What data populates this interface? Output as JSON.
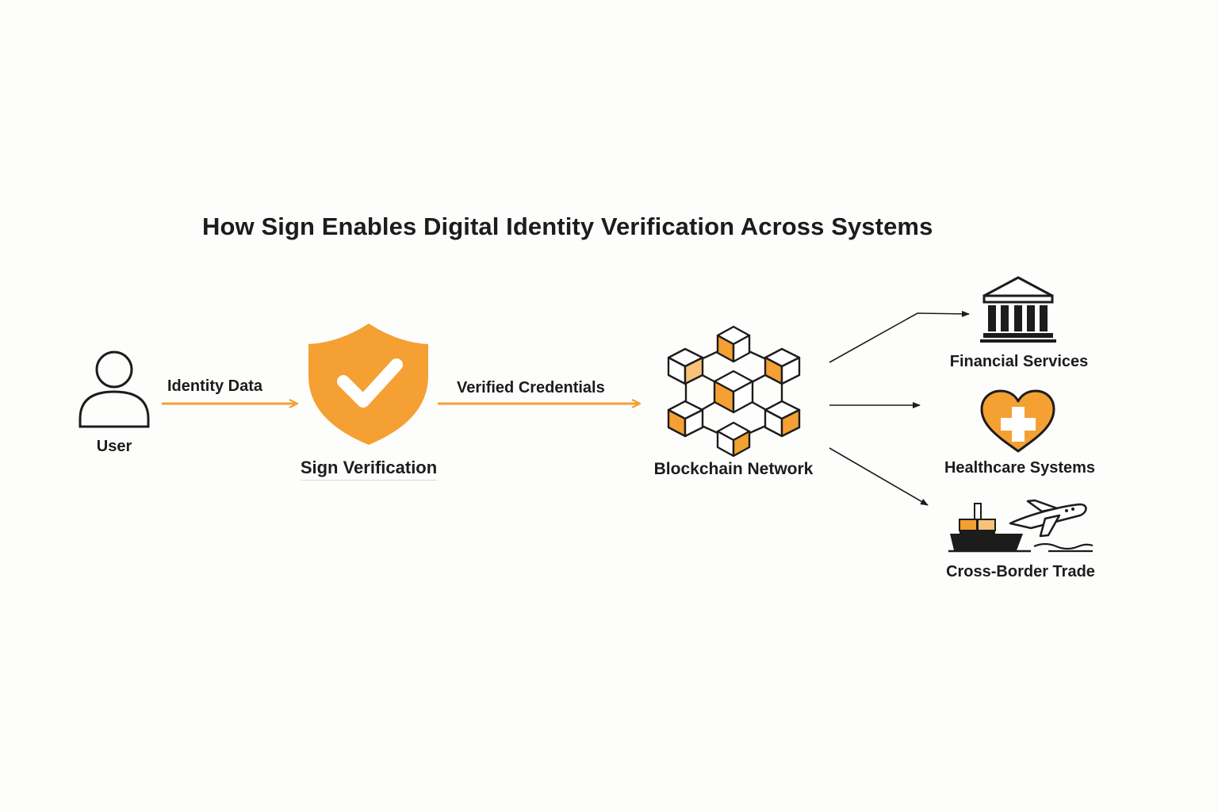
{
  "title": "How Sign Enables Digital Identity Verification Across Systems",
  "nodes": {
    "user": "User",
    "sign": "Sign Verification",
    "blockchain": "Blockchain Network",
    "financial": "Financial Services",
    "healthcare": "Healthcare Systems",
    "trade": "Cross-Border Trade"
  },
  "edges": {
    "user_to_sign": "Identity Data",
    "sign_to_blockchain": "Verified Credentials"
  },
  "colors": {
    "accent": "#f4a033",
    "stroke": "#1c1c1c",
    "background": "#fdfdfc"
  },
  "icons": {
    "user": "person-icon",
    "sign": "shield-check-icon",
    "blockchain": "cube-network-icon",
    "financial": "bank-icon",
    "healthcare": "heart-cross-icon",
    "trade": "ship-plane-icon"
  }
}
